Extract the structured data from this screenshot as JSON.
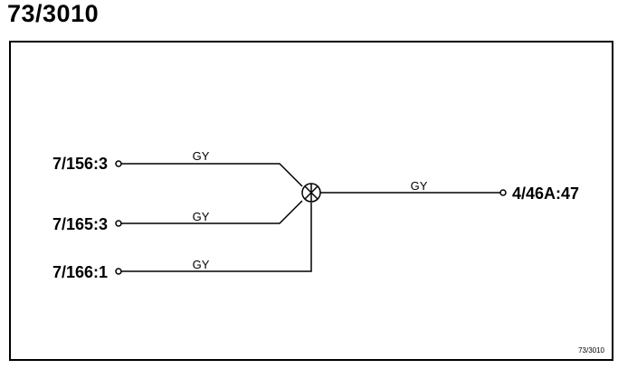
{
  "title": "73/3010",
  "connectors": {
    "left_1": "7/156:3",
    "left_2": "7/165:3",
    "left_3": "7/166:1",
    "right_1": "4/46A:47"
  },
  "wires": {
    "wire_1": "GY",
    "wire_2": "GY",
    "wire_3": "GY",
    "wire_4": "GY"
  },
  "splice": {
    "icon": "splice-junction-icon"
  },
  "diagram_ref": "73/3010"
}
